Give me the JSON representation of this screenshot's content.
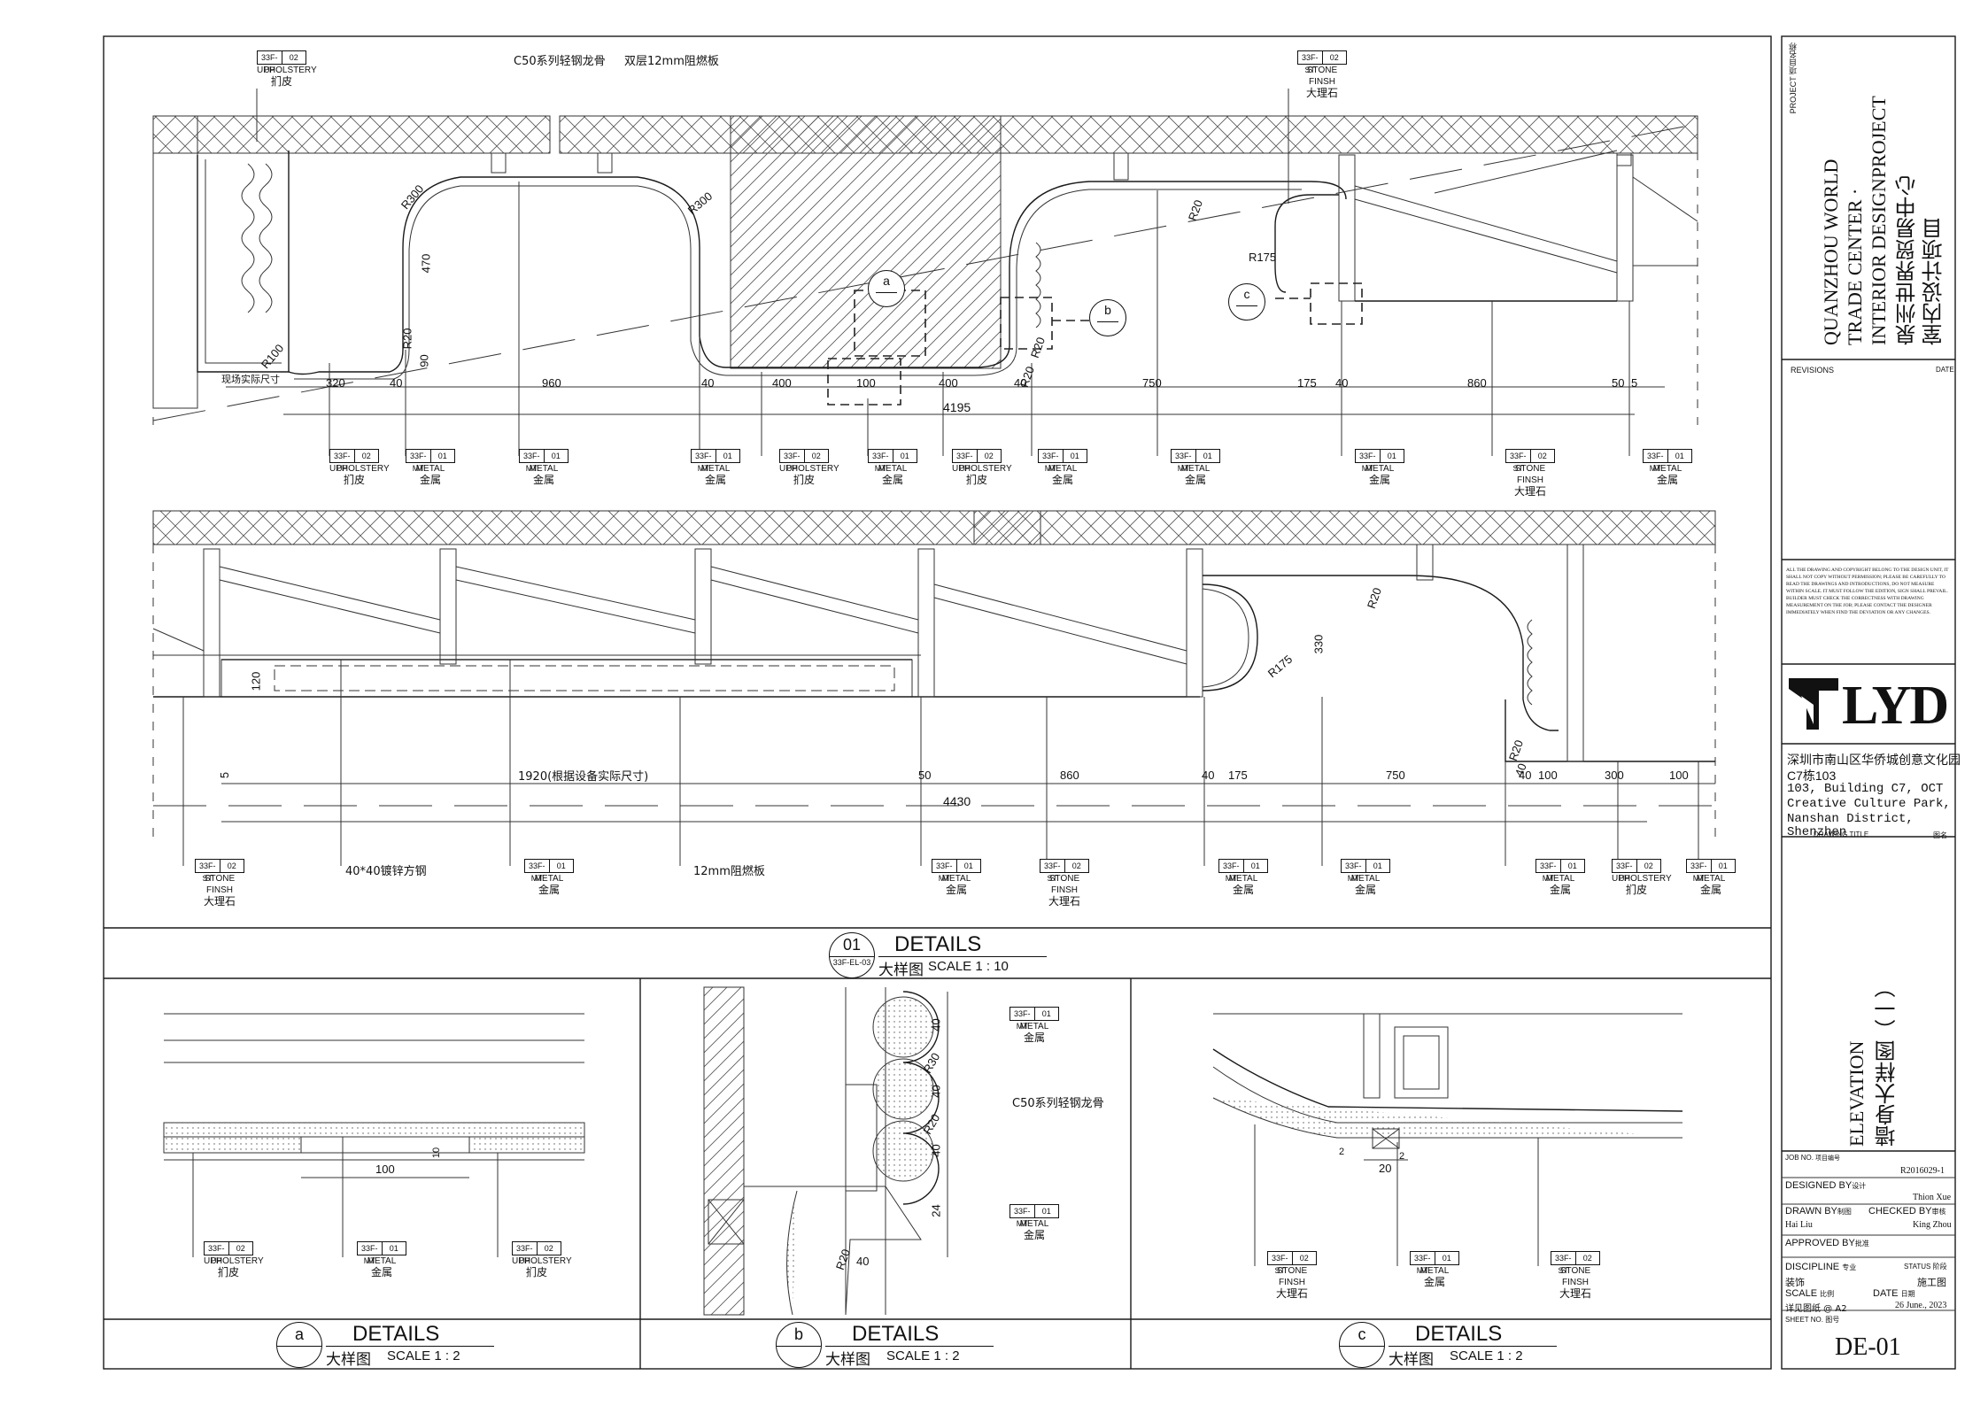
{
  "project": {
    "label": "PROJECT 项目名称",
    "name_en_1": "QUANZHOU WORLD",
    "name_en_2": "TRADE CENTER ·",
    "name_en_3": "INTERIOR DESIGNPROJECT",
    "name_cn_1": "泉州世界贸易中心",
    "name_cn_2": "室内设计项目"
  },
  "revisions": {
    "label": "REVISIONS",
    "date_label": "DATE"
  },
  "disclaimer": "ALL THE DRAWING AND COPYRIGHT BELONG TO THE DESIGN UNIT, IT SHALL NOT COPY WITHOUT PERMISSION; PLEASE BE CAREFULLY TO READ THE DRAWINGS AND INTRODUCTIONS, DO NOT MEASURE WITHIN SCALE. IT MUST FOLLOW THE EDITION, SIGN SHALL PREVAIL. BUILDER MUST CHECK THE CORRECTNESS WITH DRAWING MEASUREMENT ON THE JOB; PLEASE CONTACT THE DESIGNER IMMEDIATELY WHEN FIND THE DEVIATION OR ANY CHANGES.",
  "logo": {
    "text": "LYD"
  },
  "address": {
    "cn": "深圳市南山区华侨城创意文化园",
    "cn2": "C7栋103",
    "en1": "103, Building C7, OCT",
    "en2": "Creative Culture Park,",
    "en3": "Nanshan District,",
    "en4": "Shenzhen"
  },
  "drawing_title": {
    "label": "DRAWING TITLE",
    "label_cn": "图名",
    "en": "ELEVATION",
    "cn": "墙身大样图（一）"
  },
  "job": {
    "label": "JOB NO.",
    "label_cn": "项目编号",
    "value": "R2016029-1"
  },
  "designed": {
    "label": "DESIGNED BY",
    "label_cn": "设计",
    "value": "Thion Xue"
  },
  "drawn": {
    "label": "DRAWN BY",
    "label_cn": "制图",
    "value": "Hai Liu"
  },
  "checked": {
    "label": "CHECKED BY",
    "label_cn": "审核",
    "value": "King Zhou"
  },
  "approved": {
    "label": "APPROVED BY",
    "label_cn": "批准"
  },
  "discipline": {
    "label": "DISCIPLINE",
    "label_cn": "专业",
    "value": "装饰"
  },
  "status": {
    "label": "STATUS",
    "label_cn": "阶段",
    "value": "施工图"
  },
  "scale": {
    "label": "SCALE",
    "label_cn": "比例",
    "value": "详见图纸 @ A2"
  },
  "date": {
    "label": "DATE",
    "label_cn": "日期",
    "value": "26 June., 2023"
  },
  "sheet": {
    "label": "SHEET NO.",
    "label_cn": "图号",
    "value": "DE-01"
  },
  "materials": {
    "up": {
      "code": "33F-UP",
      "num": "02",
      "en": "UPHOLSTERY",
      "cn": "扪皮"
    },
    "mt": {
      "code": "33F-MT",
      "num": "01",
      "en": "METAL",
      "cn": "金属"
    },
    "st": {
      "code": "33F-ST",
      "num": "02",
      "en": "STONE FINSH",
      "cn": "大理石"
    }
  },
  "notes": {
    "keel": "C50系列轻钢龙骨",
    "board": "双层12mm阻燃板",
    "site": "现场实际尺寸",
    "steel": "40*40镀锌方钢",
    "fireboard": "12mm阻燃板",
    "equip": "1920(根据设备实际尺寸)",
    "keel_b": "C50系列轻钢龙骨"
  },
  "dims_top": [
    "320",
    "40",
    "960",
    "40",
    "400",
    "100",
    "400",
    "40",
    "750",
    "175",
    "40",
    "860",
    "50",
    "5"
  ],
  "dims_top_total": "4195",
  "dims_top_misc": [
    "R100",
    "R300",
    "R300",
    "470",
    "R20",
    "90",
    "R20",
    "R20",
    "R175",
    "R20"
  ],
  "dims_bottom": [
    "5",
    "50",
    "860",
    "40",
    "175",
    "750",
    "40",
    "100",
    "300",
    "100"
  ],
  "dims_bottom_total": "4430",
  "dims_bottom_misc": [
    "120",
    "330",
    "R175",
    "R20",
    "R20",
    "40"
  ],
  "callouts": {
    "a": "a",
    "b": "b",
    "c": "c"
  },
  "main_title": {
    "num": "01",
    "ref": "33F-EL-03",
    "title": "DETAILS",
    "cn": "大样图",
    "scale": "SCALE 1 : 10"
  },
  "detail_a": {
    "label": "a",
    "title": "DETAILS",
    "cn": "大样图",
    "scale": "SCALE 1 : 2",
    "dims": [
      "100",
      "10"
    ]
  },
  "detail_b": {
    "label": "b",
    "title": "DETAILS",
    "cn": "大样图",
    "scale": "SCALE 1 : 2",
    "dims": [
      "40",
      "R30",
      "40",
      "R20",
      "40",
      "24",
      "R20",
      "40"
    ]
  },
  "detail_c": {
    "label": "c",
    "title": "DETAILS",
    "cn": "大样图",
    "scale": "SCALE 1 : 2",
    "dims": [
      "20",
      "2",
      "2"
    ]
  }
}
